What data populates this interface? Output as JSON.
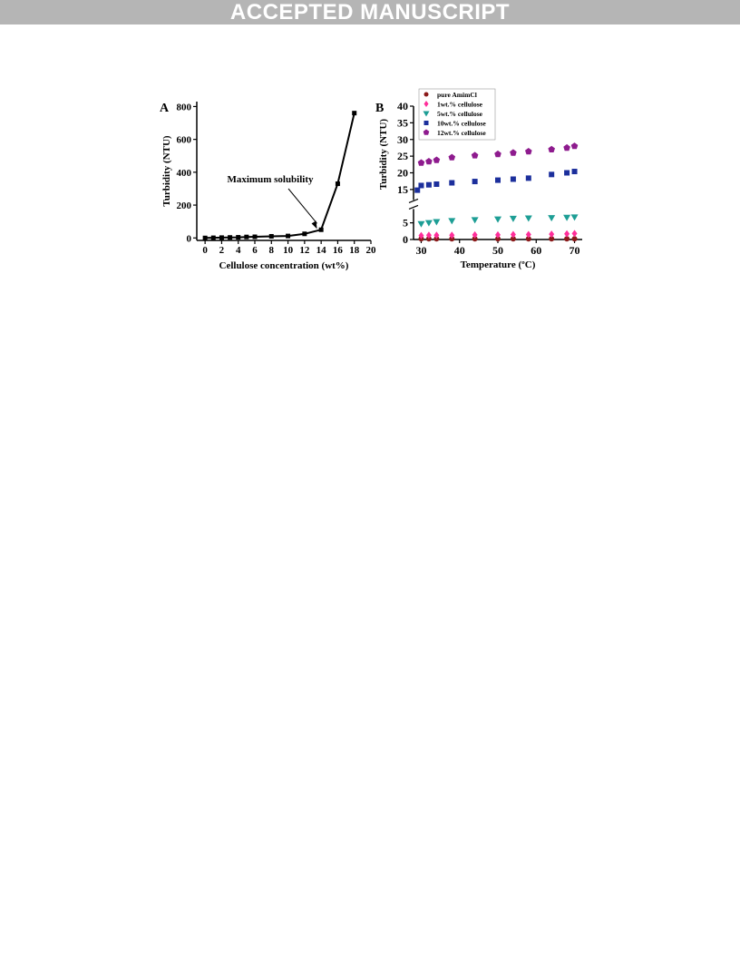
{
  "banner": {
    "text": "ACCEPTED MANUSCRIPT"
  },
  "chart_data": [
    {
      "panel_label": "A",
      "type": "line",
      "xlabel": "Cellulose concentration (wt%)",
      "ylabel": "Turbidity (NTU)",
      "xlim": [
        -1,
        20
      ],
      "ylim": [
        -15,
        830
      ],
      "xticks": [
        0,
        2,
        4,
        6,
        8,
        10,
        12,
        14,
        16,
        18,
        20
      ],
      "yticks": [
        0,
        200,
        400,
        600,
        800
      ],
      "grid": false,
      "series": [
        {
          "marker": "square",
          "color": "#000000",
          "x": [
            0,
            1,
            2,
            3,
            4,
            5,
            6,
            8,
            10,
            12,
            14,
            16,
            18
          ],
          "y": [
            0,
            1,
            2,
            3,
            4,
            6,
            7,
            10,
            12,
            25,
            50,
            330,
            760
          ]
        }
      ],
      "annotations": [
        {
          "text": "Maximum solubility",
          "arrow_to": [
            13.5,
            55
          ]
        }
      ]
    },
    {
      "panel_label": "B",
      "type": "scatter",
      "xlabel": "Temperature (ºC)",
      "ylabel": "Turbidity (NTU)",
      "xlim": [
        28,
        72
      ],
      "ylim": [
        0,
        40
      ],
      "xticks": [
        30,
        40,
        50,
        60,
        70
      ],
      "yticks": [
        0,
        5,
        15,
        20,
        25,
        30,
        35,
        40
      ],
      "y_axis_break": true,
      "grid": false,
      "legend_position": "top-left",
      "series": [
        {
          "name": "pure    AmimCl",
          "marker": "circle",
          "color": "#8b1a1a",
          "x": [
            30,
            32,
            34,
            38,
            44,
            50,
            54,
            58,
            64,
            68,
            70
          ],
          "y": [
            0.2,
            0.2,
            0.2,
            0.2,
            0.2,
            0.2,
            0.2,
            0.2,
            0.2,
            0.2,
            0.2
          ]
        },
        {
          "name": "1wt.%   cellulose",
          "marker": "diamond",
          "color": "#ff2e9a",
          "x": [
            30,
            32,
            34,
            38,
            44,
            50,
            54,
            58,
            64,
            68,
            70
          ],
          "y": [
            1.2,
            1.3,
            1.3,
            1.3,
            1.4,
            1.4,
            1.5,
            1.5,
            1.6,
            1.7,
            1.8
          ]
        },
        {
          "name": "5wt.%   cellulose",
          "marker": "triangle-down",
          "color": "#1d9e95",
          "x": [
            30,
            32,
            34,
            38,
            44,
            50,
            54,
            58,
            64,
            68,
            70
          ],
          "y": [
            4.7,
            5.0,
            5.3,
            5.6,
            5.9,
            6.1,
            6.3,
            6.4,
            6.5,
            6.6,
            6.7
          ]
        },
        {
          "name": "10wt.% cellulose",
          "marker": "square",
          "color": "#1c2f9c",
          "x": [
            29,
            30,
            32,
            34,
            38,
            44,
            50,
            54,
            58,
            64,
            68,
            70
          ],
          "y": [
            14.8,
            16.2,
            16.4,
            16.6,
            17.0,
            17.4,
            17.8,
            18.1,
            18.4,
            19.5,
            20.0,
            20.4
          ]
        },
        {
          "name": "12wt.% cellulose",
          "marker": "pentagon",
          "color": "#8e1b8e",
          "x": [
            30,
            32,
            34,
            38,
            44,
            50,
            54,
            58,
            64,
            68,
            70
          ],
          "y": [
            23.0,
            23.4,
            23.8,
            24.6,
            25.2,
            25.6,
            26.0,
            26.4,
            27.0,
            27.5,
            28.0
          ]
        }
      ]
    }
  ]
}
